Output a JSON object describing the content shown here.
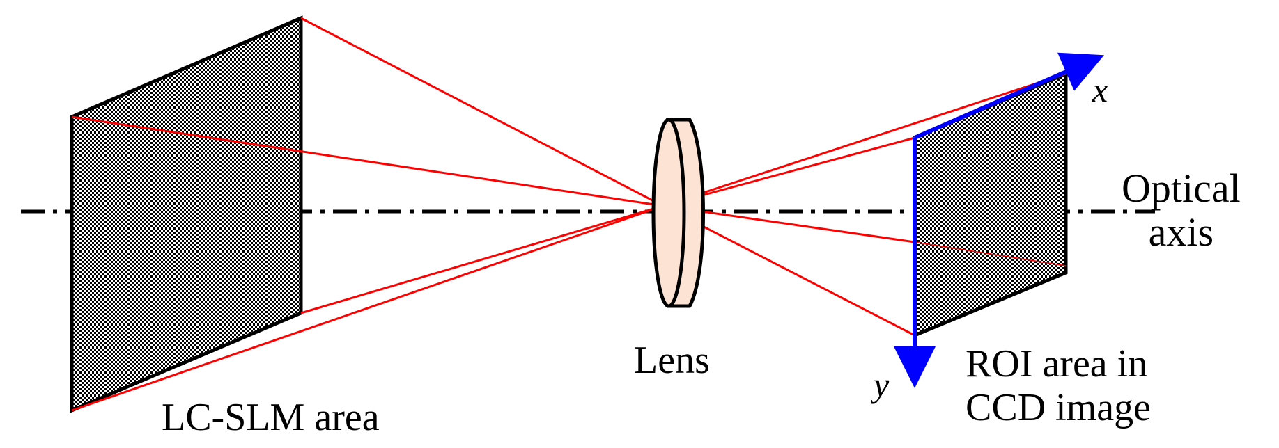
{
  "labels": {
    "slm_area": "LC-SLM area",
    "lens": "Lens",
    "roi_line1": "ROI area in",
    "roi_line2": "CCD image",
    "optical_line1": "Optical",
    "optical_line2": "axis",
    "axis_x": "x",
    "axis_y": "y"
  },
  "colors": {
    "rays": "#ff0000",
    "coordinate_axes": "#0000ff",
    "lens_fill": "#fde3d4",
    "outline": "#000000",
    "checker_dark": "#000000",
    "checker_light": "#ffffff"
  }
}
